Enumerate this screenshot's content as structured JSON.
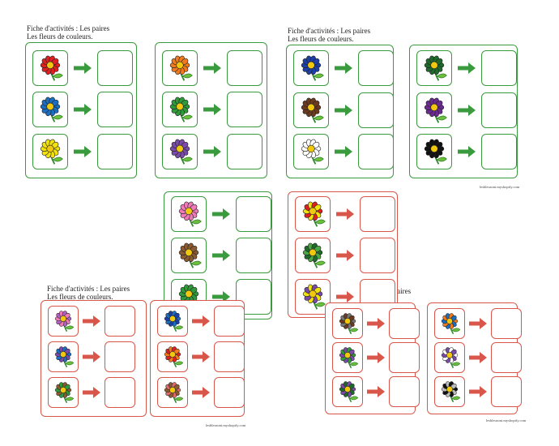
{
  "sheets": [
    {
      "caption_title": "Fiche d'activités : Les paires",
      "caption_subtitle": "Les fleurs de couleurs.",
      "footer": "",
      "theme": "#3a9a3e",
      "cards": [
        {
          "flowers": [
            "#e02020",
            "#1b6ec0",
            "#f2e20c"
          ]
        },
        {
          "flowers": [
            "#f07a1c",
            "#2f9a3a",
            "#7a4aa8"
          ]
        }
      ]
    },
    {
      "caption_title": "Fiche d'activités : Les paires",
      "caption_subtitle": "Les fleurs de couleurs.",
      "footer": "lesbleusont.myshopify.com",
      "theme": "#3a9a3e",
      "cards": [
        {
          "flowers": [
            "#1d3fa8",
            "#6b3a1e",
            "#ffffff"
          ]
        },
        {
          "flowers": [
            "#1f6a2a",
            "#6a2a90",
            "#111111"
          ]
        }
      ]
    },
    {
      "caption_title": "",
      "caption_subtitle": "",
      "footer": "",
      "theme": "#3a9a3e",
      "cards": [
        {
          "flowers": [
            "#f07ab8",
            "#8a5a30",
            "#2f9a3a"
          ]
        }
      ]
    },
    {
      "caption_title": "",
      "caption_subtitle": "",
      "footer": "",
      "theme": "#d9574a",
      "cards": [
        {
          "flowers": [
            "mix:#e02020,#f2e20c",
            "mix:#1f6a2a,#4aa845",
            "mix:#7a4aa8,#f2e20c"
          ]
        }
      ]
    },
    {
      "caption_title": "Fiche d'activités : Les paires",
      "caption_subtitle": "Les fleurs de couleurs.",
      "footer": "lesbleusont.myshopify.com",
      "theme": "#d9574a",
      "cards": [
        {
          "flowers": [
            "mix:#b060c0,#f07ab8",
            "mix:#1b6ec0,#7a4aa8",
            "mix:#8a5a30,#2f9a3a"
          ]
        },
        {
          "flowers": [
            "mix:#1b6ec0,#1d3fa8",
            "mix:#e02020,#f07a1c",
            "mix:#e06a6a,#8a5a30"
          ]
        }
      ]
    },
    {
      "caption_title": "Fiche d'activités : Les paires",
      "caption_subtitle": "Les fleurs de couleurs.",
      "footer": "lesbleusont.myshopify.com",
      "theme": "#d9574a",
      "cards": [
        {
          "flowers": [
            "mix:#777777,#6b3a1e",
            "mix:#2f9a3a,#7a4aa8",
            "mix:#7a4aa8,#1f6a2a"
          ]
        },
        {
          "flowers": [
            "mix:#f07a1c,#1b6ec0",
            "mix:#ffffff,#7a4aa8",
            "mix:#111111,#bbbbbb"
          ]
        }
      ]
    }
  ]
}
